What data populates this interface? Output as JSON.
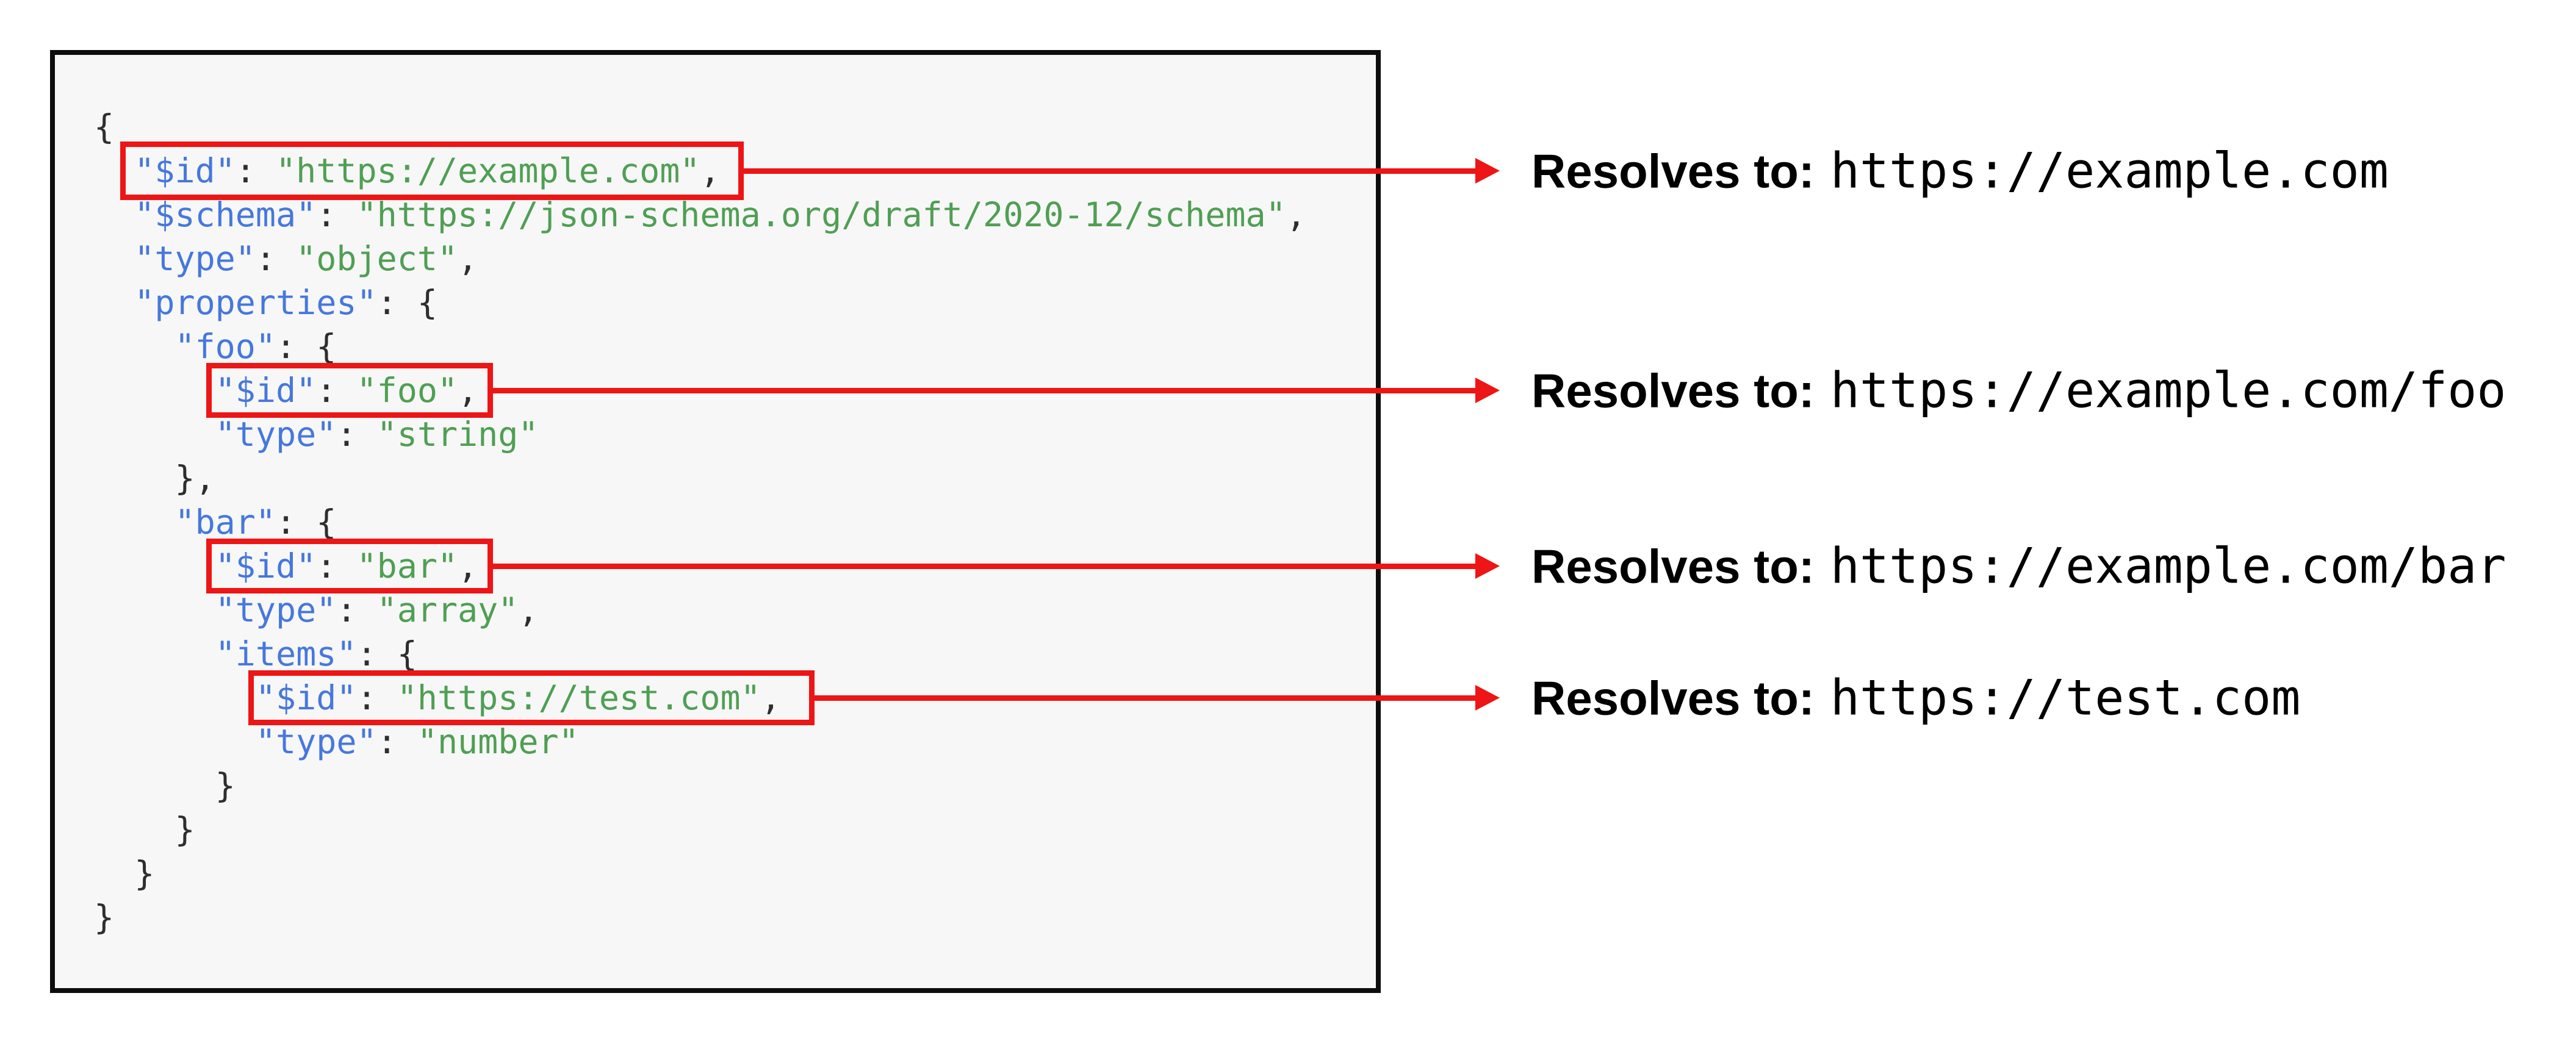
{
  "diagram": {
    "code": {
      "lines": [
        [
          [
            "p",
            "{"
          ]
        ],
        [
          [
            "p",
            "  "
          ],
          [
            "k",
            "\"$id\""
          ],
          [
            "p",
            ": "
          ],
          [
            "s",
            "\"https://example.com\""
          ],
          [
            "p",
            ","
          ]
        ],
        [
          [
            "p",
            "  "
          ],
          [
            "k",
            "\"$schema\""
          ],
          [
            "p",
            ": "
          ],
          [
            "s",
            "\"https://json-schema.org/draft/2020-12/schema\""
          ],
          [
            "p",
            ","
          ]
        ],
        [
          [
            "p",
            "  "
          ],
          [
            "k",
            "\"type\""
          ],
          [
            "p",
            ": "
          ],
          [
            "s",
            "\"object\""
          ],
          [
            "p",
            ","
          ]
        ],
        [
          [
            "p",
            "  "
          ],
          [
            "k",
            "\"properties\""
          ],
          [
            "p",
            ": {"
          ]
        ],
        [
          [
            "p",
            "    "
          ],
          [
            "k",
            "\"foo\""
          ],
          [
            "p",
            ": {"
          ]
        ],
        [
          [
            "p",
            "      "
          ],
          [
            "k",
            "\"$id\""
          ],
          [
            "p",
            ": "
          ],
          [
            "s",
            "\"foo\""
          ],
          [
            "p",
            ","
          ]
        ],
        [
          [
            "p",
            "      "
          ],
          [
            "k",
            "\"type\""
          ],
          [
            "p",
            ": "
          ],
          [
            "s",
            "\"string\""
          ]
        ],
        [
          [
            "p",
            "    },"
          ]
        ],
        [
          [
            "p",
            "    "
          ],
          [
            "k",
            "\"bar\""
          ],
          [
            "p",
            ": {"
          ]
        ],
        [
          [
            "p",
            "      "
          ],
          [
            "k",
            "\"$id\""
          ],
          [
            "p",
            ": "
          ],
          [
            "s",
            "\"bar\""
          ],
          [
            "p",
            ","
          ]
        ],
        [
          [
            "p",
            "      "
          ],
          [
            "k",
            "\"type\""
          ],
          [
            "p",
            ": "
          ],
          [
            "s",
            "\"array\""
          ],
          [
            "p",
            ","
          ]
        ],
        [
          [
            "p",
            "      "
          ],
          [
            "k",
            "\"items\""
          ],
          [
            "p",
            ": {"
          ]
        ],
        [
          [
            "p",
            "        "
          ],
          [
            "k",
            "\"$id\""
          ],
          [
            "p",
            ": "
          ],
          [
            "s",
            "\"https://test.com\""
          ],
          [
            "p",
            ","
          ]
        ],
        [
          [
            "p",
            "        "
          ],
          [
            "k",
            "\"type\""
          ],
          [
            "p",
            ": "
          ],
          [
            "s",
            "\"number\""
          ]
        ],
        [
          [
            "p",
            "      }"
          ]
        ],
        [
          [
            "p",
            "    }"
          ]
        ],
        [
          [
            "p",
            "  }"
          ]
        ],
        [
          [
            "p",
            "}"
          ]
        ]
      ]
    },
    "annotations": [
      {
        "label": "Resolves to:",
        "url": "https://example.com"
      },
      {
        "label": "Resolves to:",
        "url": "https://example.com/foo"
      },
      {
        "label": "Resolves to:",
        "url": "https://example.com/bar"
      },
      {
        "label": "Resolves to:",
        "url": "https://test.com"
      }
    ],
    "colors": {
      "key": "#4678dc",
      "string": "#4f9f53",
      "punctuation": "#2e2e2e",
      "highlight": "#ed1515",
      "code_background": "#f7f7f7",
      "box_border": "#0d0d0d",
      "annotation_text": "#000000"
    }
  }
}
